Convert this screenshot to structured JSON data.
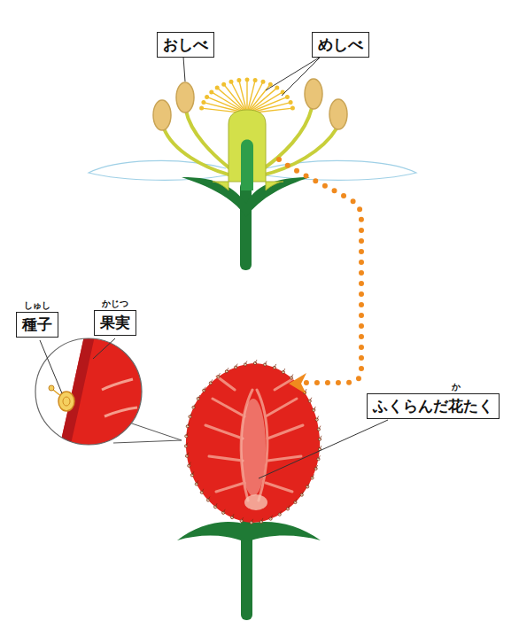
{
  "diagram": {
    "nodes": [
      {
        "text": [
          "おしべ"
        ]
      },
      {
        "text": [
          "めしべ"
        ]
      },
      {
        "text": [
          "種子",
          "しゅし"
        ]
      },
      {
        "text": [
          "果実",
          "かじつ"
        ]
      },
      {
        "text": [
          "ふくらんだ花たく",
          "か"
        ]
      }
    ]
  }
}
